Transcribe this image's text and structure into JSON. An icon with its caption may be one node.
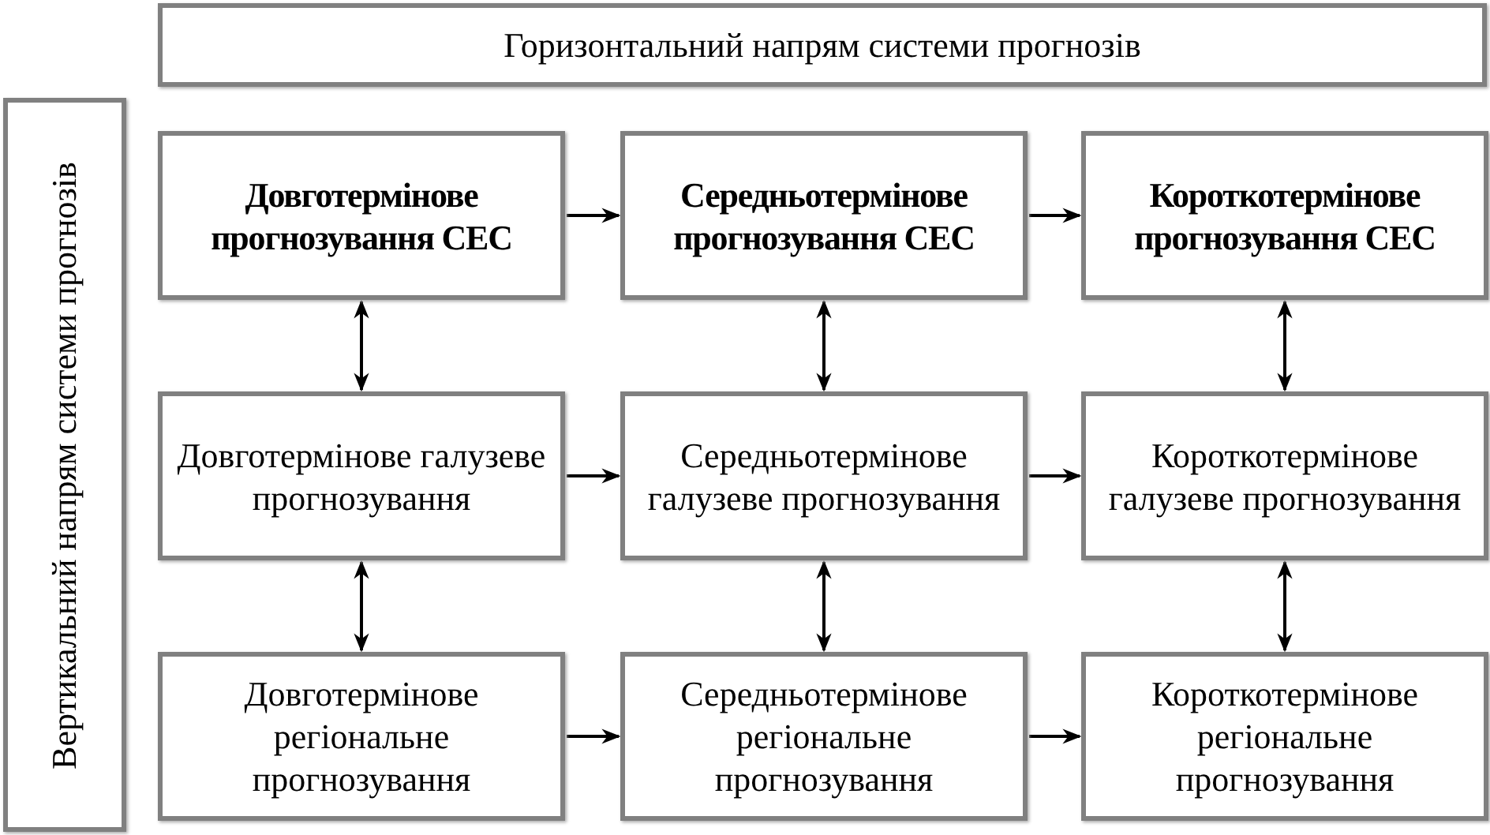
{
  "diagram": {
    "nodes": [
      {
        "text": [
          "Горизонтальний напрям системи прогнозів"
        ]
      },
      {
        "text": [
          "Вертикальний напрям системи прогнозів"
        ]
      },
      {
        "text": [
          "Довготермінове прогнозування СЕС"
        ]
      },
      {
        "text": [
          "Середньотермінове прогнозування СЕС"
        ]
      },
      {
        "text": [
          "Короткотермінове прогнозування СЕС"
        ]
      },
      {
        "text": [
          "Довготермінове галузеве прогнозування"
        ]
      },
      {
        "text": [
          "Середньотермінове галузеве прогнозування"
        ]
      },
      {
        "text": [
          "Короткотермінове галузеве прогнозування"
        ]
      },
      {
        "text": [
          "Довготермінове регіональне прогнозування"
        ]
      },
      {
        "text": [
          "Середньотермінове регіональне прогнозування"
        ]
      },
      {
        "text": [
          "Короткотермінове регіональне прогнозування"
        ]
      }
    ],
    "edges": [
      {
        "from": 2,
        "to": 3,
        "arrow": "to"
      },
      {
        "from": 3,
        "to": 4,
        "arrow": "to"
      },
      {
        "from": 5,
        "to": 6,
        "arrow": "to"
      },
      {
        "from": 6,
        "to": 7,
        "arrow": "to"
      },
      {
        "from": 8,
        "to": 9,
        "arrow": "to"
      },
      {
        "from": 9,
        "to": 10,
        "arrow": "to"
      },
      {
        "from": 2,
        "to": 5,
        "arrow": "both"
      },
      {
        "from": 3,
        "to": 6,
        "arrow": "both"
      },
      {
        "from": 4,
        "to": 7,
        "arrow": "both"
      },
      {
        "from": 5,
        "to": 8,
        "arrow": "both"
      },
      {
        "from": 6,
        "to": 9,
        "arrow": "both"
      },
      {
        "from": 7,
        "to": 10,
        "arrow": "both"
      }
    ]
  }
}
